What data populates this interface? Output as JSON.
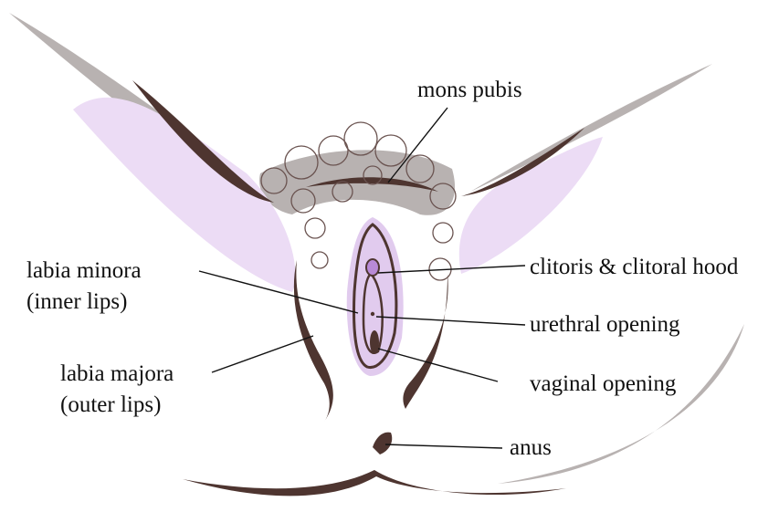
{
  "labels": {
    "mons_pubis": "mons pubis",
    "clitoris": "clitoris & clitoral hood",
    "labia_minora": [
      "labia minora",
      "(inner lips)"
    ],
    "urethral_opening": "urethral opening",
    "labia_majora": [
      "labia majora",
      "(outer lips)"
    ],
    "vaginal_opening": "vaginal opening",
    "anus": "anus"
  },
  "colors": {
    "outline": "#4e3530",
    "shadow_grey": "#b8b2b1",
    "lavender": "#ecdcf5",
    "violet": "#c8a0e0",
    "leader": "#111111"
  }
}
